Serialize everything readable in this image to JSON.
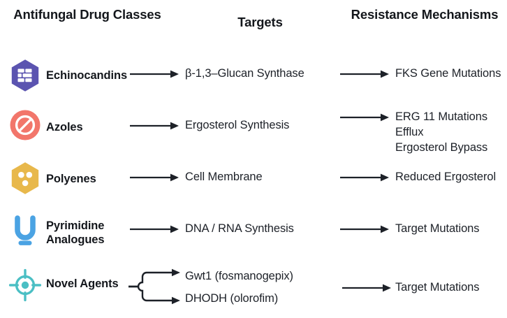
{
  "headers": {
    "drug_classes": "Antifungal\nDrug Classes",
    "targets": "Targets",
    "resistance": "Resistance\nMechanisms"
  },
  "colors": {
    "echinocandins": "#5B54B0",
    "azoles": "#F2766B",
    "polyenes": "#E8B84B",
    "pyrimidine": "#4BA3E3",
    "novel": "#4BBFC4",
    "text": "#1d2128",
    "arrow": "#1d2128",
    "background": "#ffffff"
  },
  "rows": [
    {
      "id": "echinocandins",
      "icon": "brick-wall-hexagon-icon",
      "drug_class": "Echinocandins",
      "target": "β-1,3–Glucan Synthase",
      "resistance": "FKS Gene Mutations"
    },
    {
      "id": "azoles",
      "icon": "prohibition-circle-icon",
      "drug_class": "Azoles",
      "target": "Ergosterol Synthesis",
      "resistance": "ERG 11 Mutations\nEfflux\nErgosterol Bypass"
    },
    {
      "id": "polyenes",
      "icon": "molecule-dots-hexagon-icon",
      "drug_class": "Polyenes",
      "target": "Cell Membrane",
      "resistance": "Reduced Ergosterol"
    },
    {
      "id": "pyrimidine",
      "icon": "magnet-u-icon",
      "drug_class": "Pyrimidine\nAnalogues",
      "target": "DNA / RNA Synthesis",
      "resistance": "Target Mutations"
    },
    {
      "id": "novel",
      "icon": "crosshair-target-icon",
      "drug_class": "Novel Agents",
      "targets": [
        "Gwt1 (fosmanogepix)",
        "DHODH (olorofim)"
      ],
      "resistance": "Target Mutations"
    }
  ]
}
